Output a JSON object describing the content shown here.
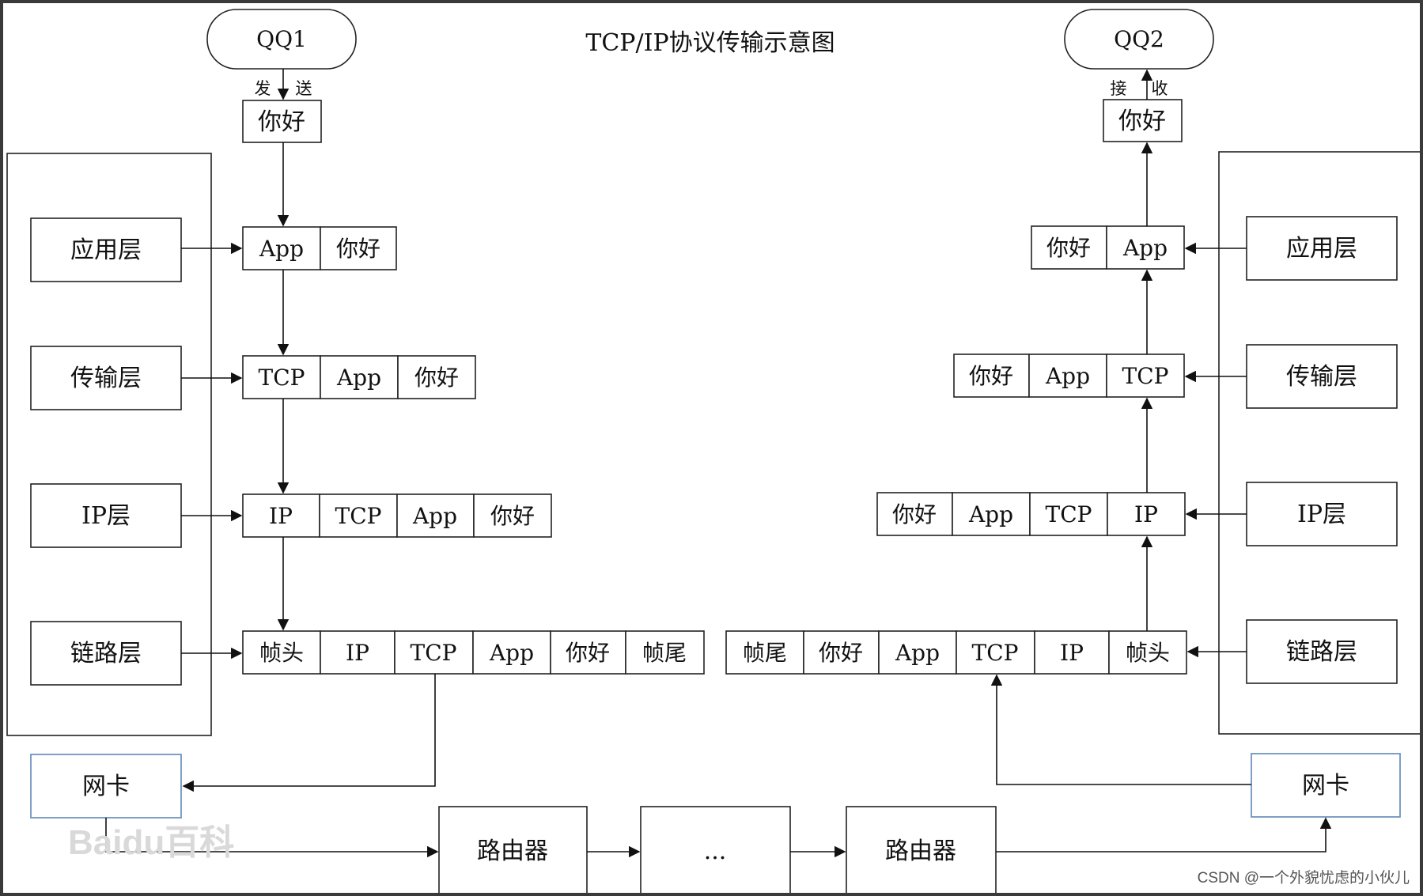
{
  "title": "TCP/IP协议传输示意图",
  "qq1": "QQ1",
  "qq2": "QQ2",
  "send_labels": [
    "发",
    "送"
  ],
  "recv_labels": [
    "接",
    "收"
  ],
  "message": "你好",
  "layers": [
    "应用层",
    "传输层",
    "IP层",
    "链路层"
  ],
  "left_packets": [
    [
      "App",
      "你好"
    ],
    [
      "TCP",
      "App",
      "你好"
    ],
    [
      "IP",
      "TCP",
      "App",
      "你好"
    ],
    [
      "帧头",
      "IP",
      "TCP",
      "App",
      "你好",
      "帧尾"
    ]
  ],
  "right_packets": [
    [
      "你好",
      "App"
    ],
    [
      "你好",
      "App",
      "TCP"
    ],
    [
      "你好",
      "App",
      "TCP",
      "IP"
    ],
    [
      "帧尾",
      "你好",
      "App",
      "TCP",
      "IP",
      "帧头"
    ]
  ],
  "nic": "网卡",
  "router": "路由器",
  "ellipsis": "...",
  "watermark": "Baidu百科",
  "credit": "CSDN @一个外貌忧虑的小伙儿"
}
